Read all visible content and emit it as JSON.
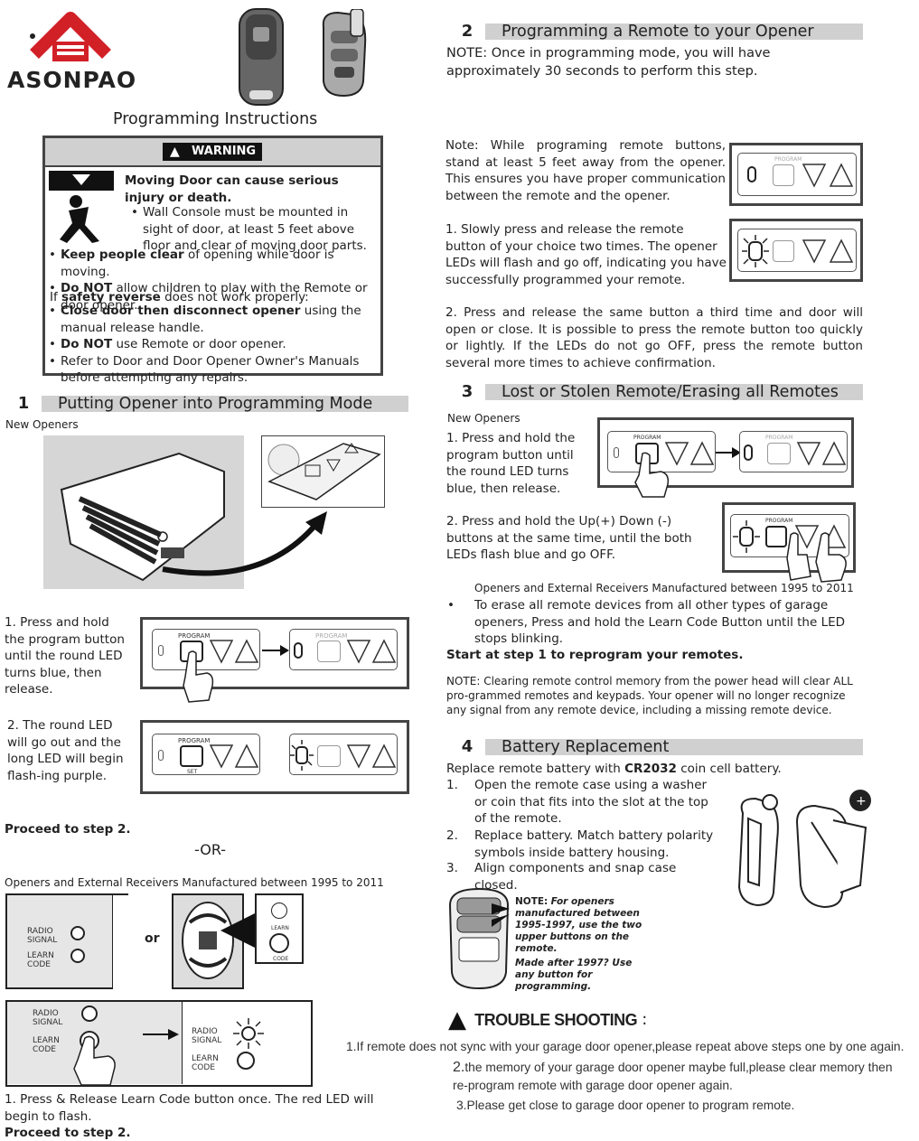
{
  "brand": {
    "name": "ASONPAO"
  },
  "page_title": "Programming Instructions",
  "warning": {
    "label": "WARNING",
    "headline": "Moving Door can cause serious injury or death.",
    "wall_console": "Wall Console must be mounted in sight of door, at least 5 feet above floor and clear of moving door parts.",
    "b1_bold": "Keep people clear",
    "b1_rest": " of opening while door is moving.",
    "b2_bold": "Do NOT",
    "b2_rest": " allow children to play with the Remote or door opener.",
    "sr_pre": "If ",
    "sr_bold": "safety reverse",
    "sr_rest": " does not work properly:",
    "b3_bold": "Close door then disconnect opener",
    "b3_rest": " using the manual release handle.",
    "b4_bold": "Do NOT",
    "b4_rest": " use Remote or door opener.",
    "b5": "Refer to Door and Door Opener Owner's Manuals before attempting any repairs."
  },
  "s1": {
    "num": "1",
    "title": "Putting Opener into Programming Mode",
    "new_openers": "New Openers",
    "step1": "1. Press and hold the program button until the round LED turns blue, then release.",
    "step2": "2. The round LED will go out and the long LED will begin flash-ing purple.",
    "proceed": "Proceed to step 2.",
    "or_sep": "-OR-",
    "older": "Openers and External Receivers Manufactured between 1995 to 2011",
    "radio_signal": "RADIO SIGNAL",
    "learn_code": "LEARN CODE",
    "or_word": "or",
    "learn": "LEARN",
    "code": "CODE",
    "step_learn": "1. Press & Release Learn Code button once. The red LED will begin to flash.",
    "proceed2": "Proceed to step 2."
  },
  "s2": {
    "num": "2",
    "title": "Programming a Remote to your Opener",
    "note_top": "NOTE: Once in programming mode, you will have approximately 30 seconds to perform this step.",
    "note_distance": "Note: While programing remote buttons, stand at least 5 feet away from the opener. This ensures you have proper communication between the remote and the opener.",
    "step1": "1. Slowly press and release the remote button of your choice two times. The opener LEDs will flash and go off, indicating you have successfully programmed your remote.",
    "step2": "2. Press and release the same button a third time and door will open or close. It is possible to press the remote button too quickly or lightly. If the LEDs do not go OFF, press the remote button several more times to achieve confirmation."
  },
  "s3": {
    "num": "3",
    "title": "Lost or Stolen Remote/Erasing all Remotes",
    "new_openers": "New Openers",
    "step1": "1. Press and hold the program button until the round LED turns blue, then release.",
    "step2": "2. Press and hold the Up(+) Down (-) buttons at the same time, until the both LEDs flash blue and go OFF.",
    "older": "Openers and External Receivers Manufactured between 1995 to 2011",
    "erase": "To erase all remote devices from all other types of garage openers, Press and hold the Learn Code Button until the LED stops blinking.",
    "start": "Start at step 1 to reprogram your remotes.",
    "note": "NOTE: Clearing remote control memory from the power head will clear ALL pro-grammed remotes and keypads. Your opener will no longer recognize any signal from any remote device, including a missing remote device."
  },
  "s4": {
    "num": "4",
    "title": "Battery Replacement",
    "intro_pre": "Replace remote battery with ",
    "intro_bold": "CR2032",
    "intro_rest": " coin cell battery.",
    "steps": [
      "Open the remote case using a washer or coin that fits into the slot at the top of the remote.",
      "Replace battery. Match battery polarity symbols inside battery housing.",
      "Align components and snap case closed."
    ],
    "note_label": "NOTE:",
    "note_a": "For openers manufactured between 1995-1997, use the two upper buttons on the remote.",
    "note_b": "Made after 1997? Use any button for programming."
  },
  "panel": {
    "program": "PROGRAM",
    "set": "SET",
    "minus": "−",
    "plus": "+"
  },
  "troubleshooting": {
    "title": "TROUBLE SHOOTING",
    "colon": ":",
    "t1": "1.If remote does not sync with your garage door opener,please repeat above steps one by one again.",
    "t2_num": "2.",
    "t2": "the memory of your garage door opener maybe full,please clear memory then re-program remote with garage door opener again.",
    "t3": "3.Please get close to garage door opener to program remote."
  }
}
